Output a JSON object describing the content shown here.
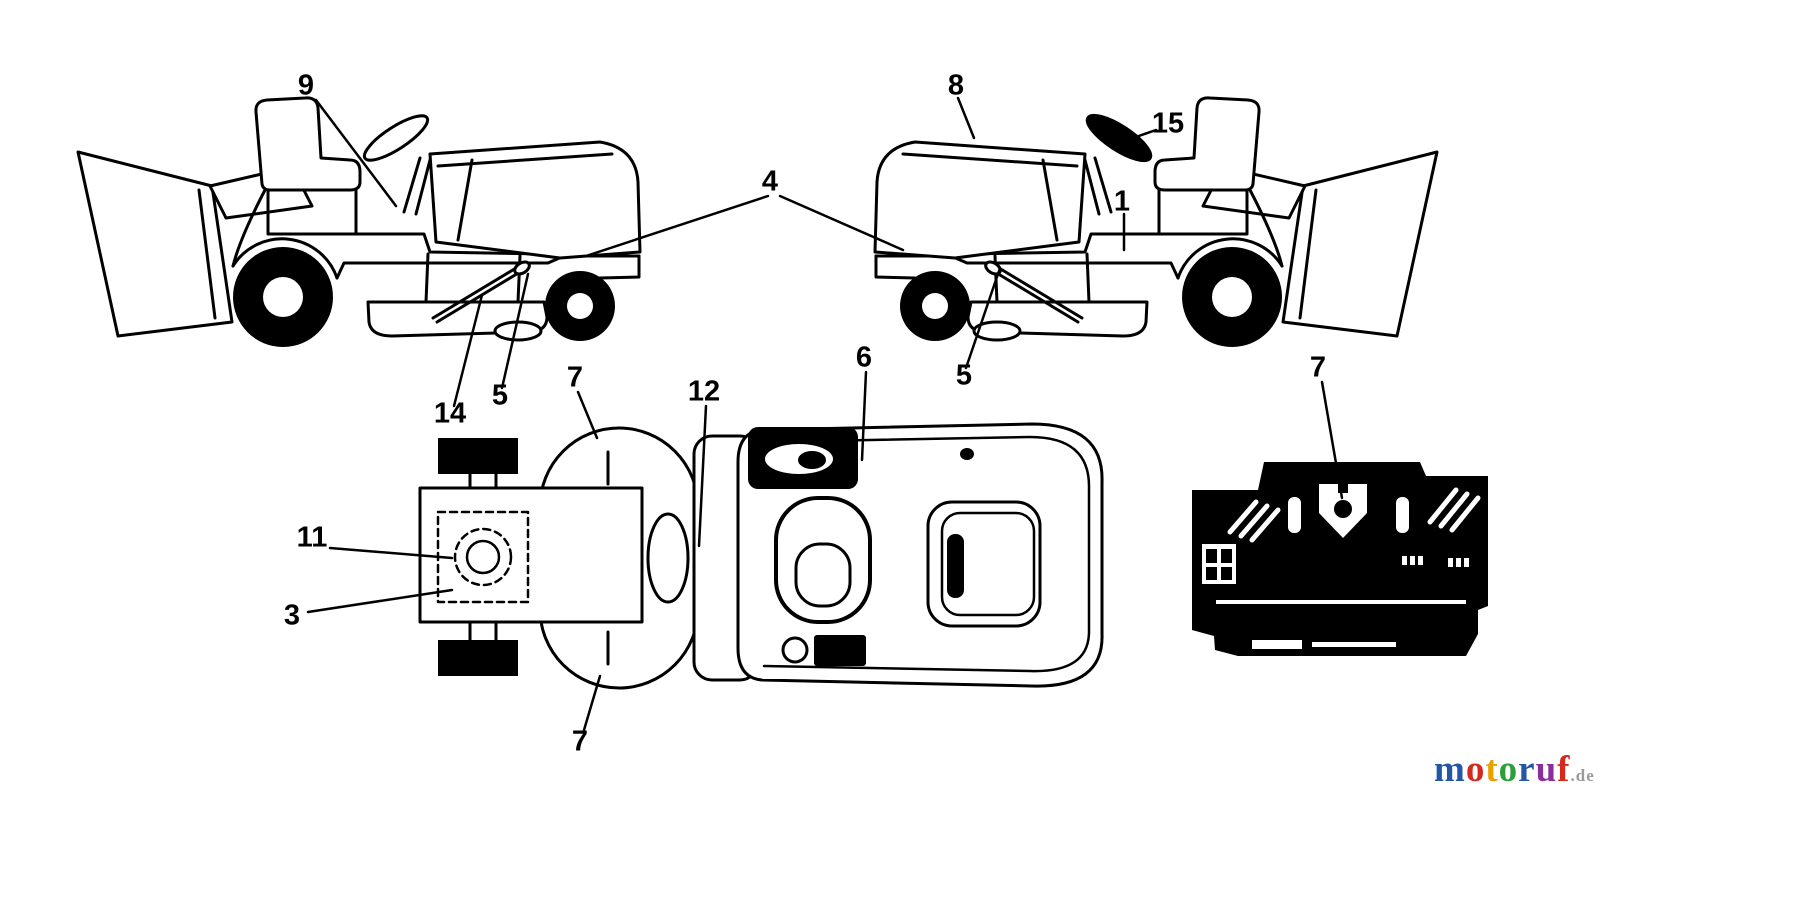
{
  "page": {
    "background_color": "#ffffff"
  },
  "diagram": {
    "stroke_color": "#000000",
    "callouts": {
      "c9": "9",
      "c8": "8",
      "c15": "15",
      "c4": "4",
      "c1": "1",
      "c14": "14",
      "c5_left": "5",
      "c5_right": "5",
      "c7_deck_top": "7",
      "c12": "12",
      "c6": "6",
      "c7_deck_bottom": "7",
      "c11": "11",
      "c3": "3",
      "c7_panel": "7"
    }
  },
  "watermark": {
    "letters": [
      {
        "ch": "m",
        "color": "#2456a4"
      },
      {
        "ch": "o",
        "color": "#d42a1e"
      },
      {
        "ch": "t",
        "color": "#e8a200"
      },
      {
        "ch": "o",
        "color": "#2e9e3a"
      },
      {
        "ch": "r",
        "color": "#2456a4"
      },
      {
        "ch": "u",
        "color": "#8a2e9e"
      },
      {
        "ch": "f",
        "color": "#d42a1e"
      }
    ],
    "suffix": ".de",
    "suffix_color": "#9a9a9a"
  }
}
